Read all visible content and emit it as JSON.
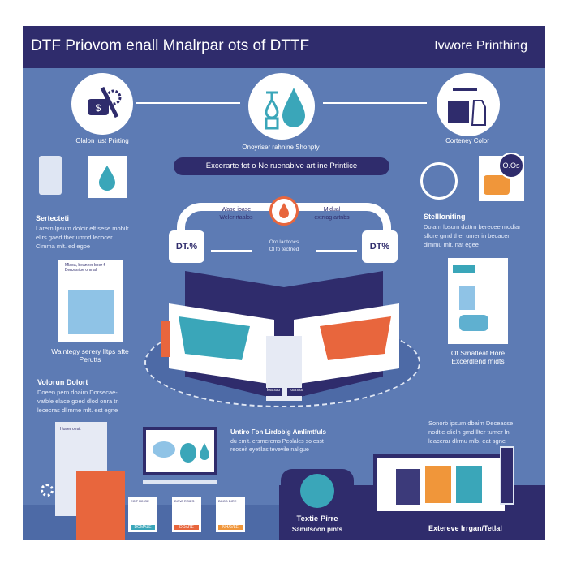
{
  "header": {
    "title": "DTF Priovom enall Mnalrpar ots of DTTF",
    "right_title": "Ivwore Printhing"
  },
  "top": {
    "left_label": "Olalon lust Prirting",
    "center_label": "Onoyriser rahnine Shonpty",
    "right_label": "Corteney Color",
    "banner": "Excerarte fot o Ne ruenabive art ine Printlice",
    "badge": "O.Os"
  },
  "printer": {
    "left_top": "Wase ioase\nWeler rtaalos",
    "right_top": "Midual\nextrrag artnbs",
    "left_dt": "DT.%",
    "right_dt": "DT%",
    "center": "Oro ladtcocs\nOl fo tectned",
    "left_tag": "Ioarsso",
    "right_tag": "Ioarsss"
  },
  "left_section": {
    "heading": "Sertecteti",
    "body": "Larern lpsum doloir elt sese mobilr elirs gaed ther umnd lecocer Clmma mlt. ed egoe",
    "card_text": "Mlaoa, beaneer boer f Bercesrioe omnal",
    "caption": "Waintegy serery Iltps afte Perutts"
  },
  "right_section": {
    "heading": "Stellloniting",
    "body": "Dolarn lpsum dattrn berecee modiar sllore grnd ther umer in becacer dlmmu mlt, nat egee",
    "caption": "Of Srnatleat Hore Excerdlend midts"
  },
  "bottom_left": {
    "heading": "Volorun Dolort",
    "body": "Doeen pern doairn Dorsecae- vatble elace goed dlod onra tn lececras dlimme mlt. est egne",
    "card_text": "Hoaer oesit",
    "labels": [
      {
        "top": "ECIT RINOE",
        "bottom": "DOMALE",
        "color": "#3aa6b9"
      },
      {
        "top": "DOVA ROIES",
        "bottom": "DOARE",
        "color": "#e8663d"
      },
      {
        "top": "BOOD DIRE",
        "bottom": "NHAVLE",
        "color": "#f0963a"
      }
    ]
  },
  "bottom_center": {
    "heading": "Untiro Fon Lirdobig Amlimtfuls",
    "body": "du emlt. ersmerems Peolales so esst reoseit eyetllas tevevile nallgue"
  },
  "bottom_right": {
    "body": "Sonorb ipsum dbaim Deceacse nodtie clieln gmd llter tumer ln leacerar dlrmu mlb. eat sgne",
    "caption": "Extereve Irrgan/Tetlal"
  },
  "bottom_badge": {
    "title": "Textie Pirre",
    "subtitle": "Samitsoon pints"
  },
  "colors": {
    "navy": "#2f2c6c",
    "blue": "#5d7bb4",
    "teal": "#3aa6b9",
    "orange": "#e8663d",
    "amber": "#f0963a"
  }
}
